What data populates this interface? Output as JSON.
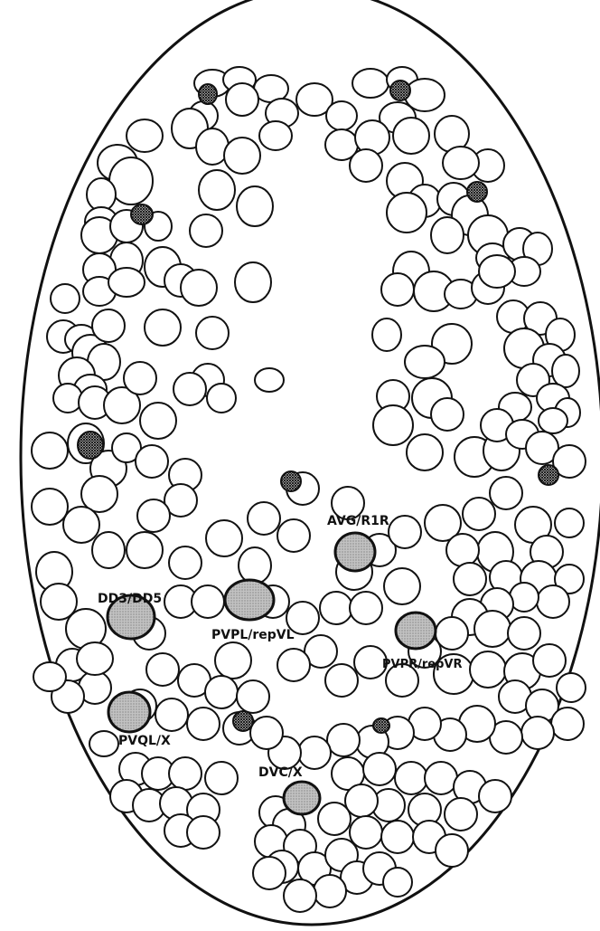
{
  "labels": {
    "avg": "AVG/R1R",
    "dd": "DD3/DD5",
    "pvpl": "PVPL/repVL",
    "pvpr": "PVPR/repVR",
    "pvq": "PVQL/X",
    "dvc": "DVC/X"
  },
  "colors": {
    "outline": "#111111",
    "large_nucleus_fill": "#bdbdbd",
    "small_nucleus_fill": "#7a7a7a",
    "background": "#ffffff"
  }
}
